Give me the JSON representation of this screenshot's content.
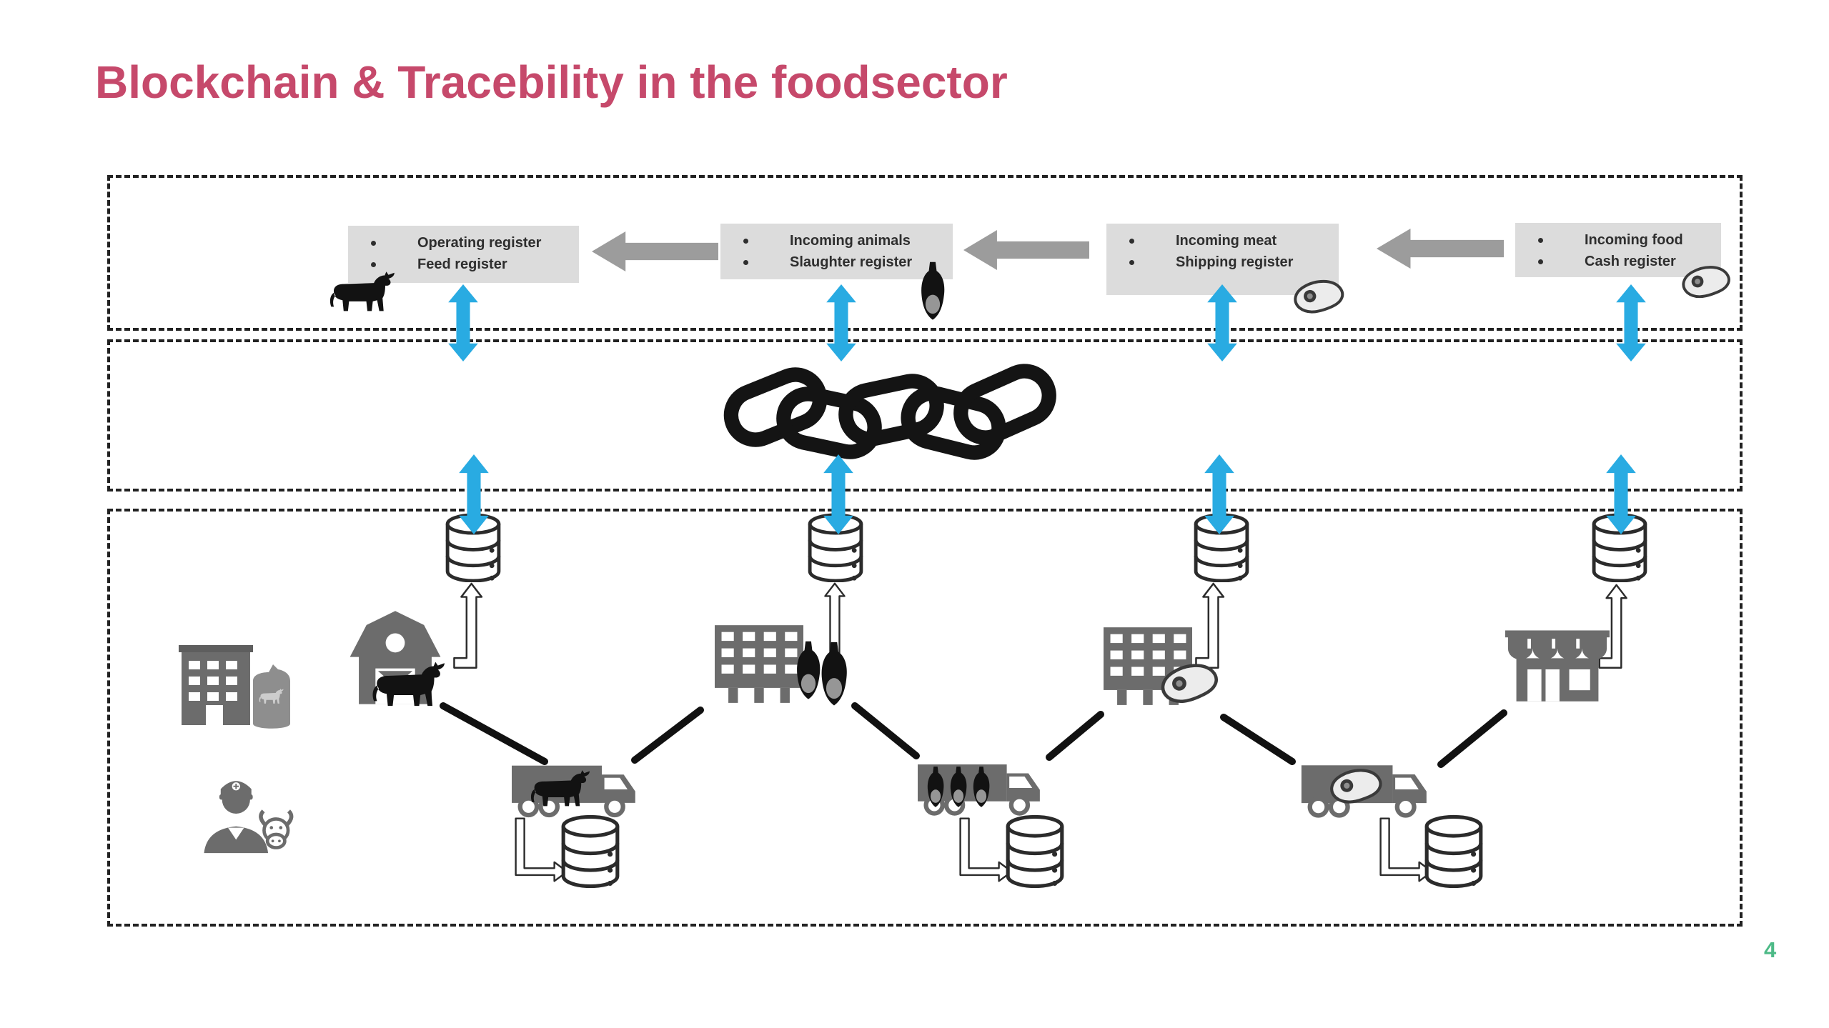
{
  "slide": {
    "title": "Blockchain & Tracebility in the foodsector",
    "page_number": "4"
  },
  "colors": {
    "title_color": "#C6496B",
    "blue_arrow": "#29ABE2",
    "gray_arrow": "#9C9C9C",
    "box_bg": "#DCDCDC",
    "icon_gray": "#6C6C6C",
    "ink": "#222222",
    "page_number_green": "#4DBA87"
  },
  "registers": {
    "boxes": [
      {
        "icon": "cow-icon",
        "items": [
          "Operating register",
          "Feed register"
        ]
      },
      {
        "icon": "carcass-icon",
        "items": [
          "Incoming animals",
          "Slaughter register"
        ]
      },
      {
        "icon": "meat-icon",
        "items": [
          "Incoming meat",
          "Shipping register"
        ]
      },
      {
        "icon": "meat-icon",
        "items": [
          "Incoming food",
          "Cash register"
        ]
      }
    ]
  },
  "blockchain": {
    "icon": "chain-icon",
    "links": 5
  },
  "supply_chain": {
    "nodes": [
      "feed-mill",
      "veterinarian",
      "farm-barn",
      "slaughterhouse",
      "meat-processing-plant",
      "retail-store"
    ],
    "transports": [
      "cattle-truck",
      "carcass-truck",
      "meat-truck"
    ],
    "database_count": 7
  }
}
